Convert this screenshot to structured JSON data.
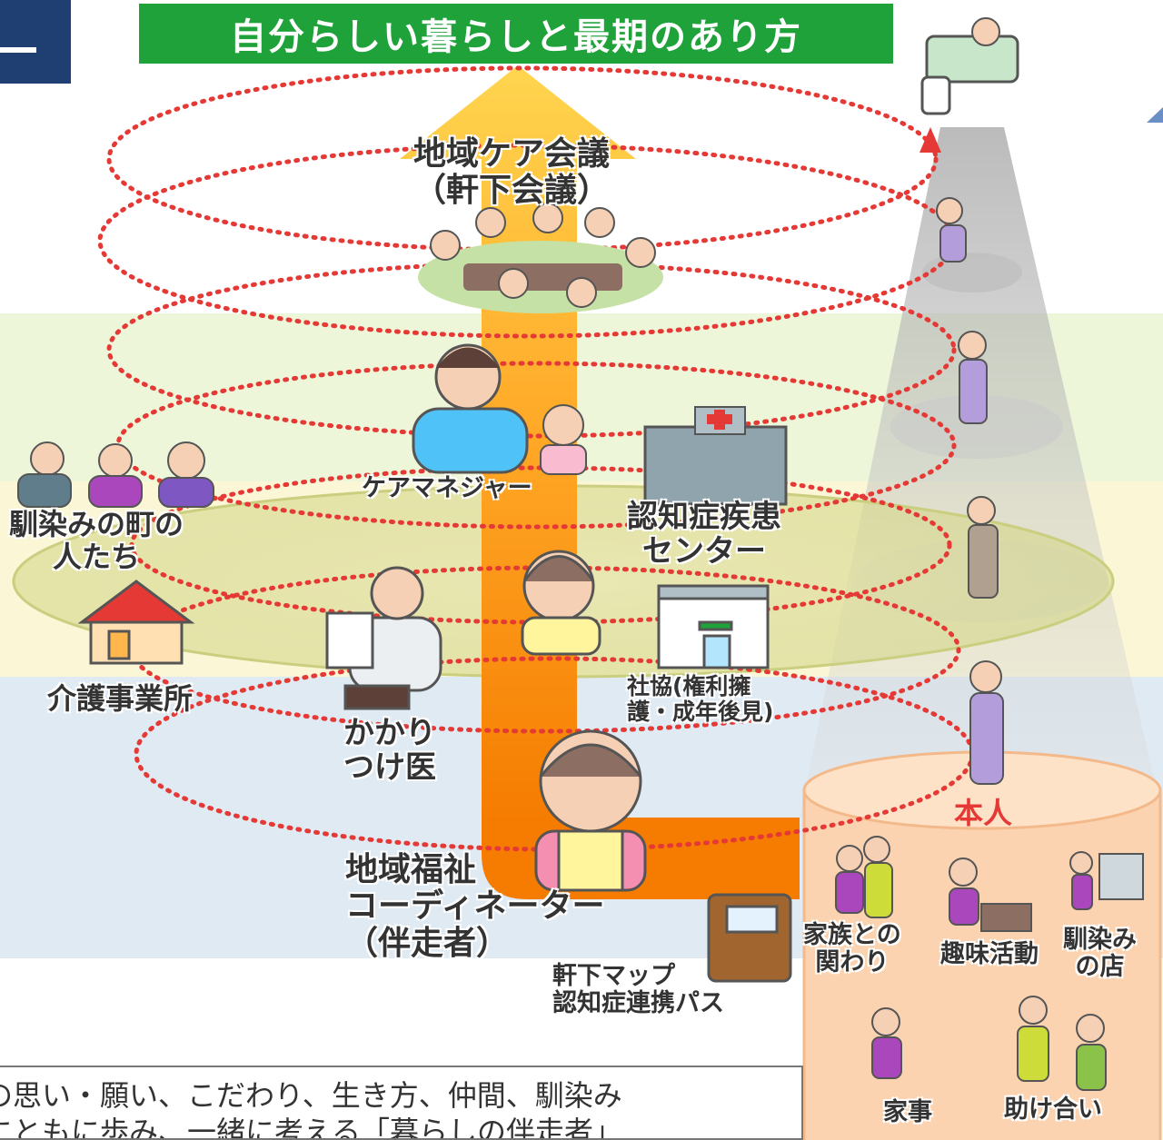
{
  "title": "自分らしい暮らしと最期のあり方",
  "labels": {
    "chiiki_care_kaigi": [
      "地域ケア会議",
      "（軒下会議）"
    ],
    "care_manager": "ケアマネジャー",
    "dementia_center": [
      "認知症疾患",
      "センター"
    ],
    "neighbors": [
      "馴染みの町の",
      "人たち"
    ],
    "care_office": "介護事業所",
    "doctor": [
      "かかり",
      "つけ医"
    ],
    "shakyo": [
      "社協(権利擁",
      "護・成年後見)"
    ],
    "coordinator": [
      "地域福祉",
      "コーディネーター",
      "（伴走者）"
    ],
    "map_path": [
      "軒下マップ",
      "認知症連携パス"
    ],
    "honin": "本人",
    "family": [
      "家族との",
      "関わり"
    ],
    "hobby": "趣味活動",
    "shop": [
      "馴染み",
      "の店"
    ],
    "housework": "家事",
    "mutual_help": "助け合い"
  },
  "bottom_text": [
    "の思い・願い、こだわり、生き方、仲間、馴染み",
    "にともに歩み、一緒に考える「暮らしの伴走者」"
  ],
  "colors": {
    "title_bg": "#1fa23a",
    "arrow_top": "#ffd54f",
    "arrow_bottom": "#f57c00",
    "dotted_line": "#e53935",
    "honin_text": "#e53935",
    "cylinder": "#fbd3b0"
  },
  "icons": [
    "hospital-bed-icon",
    "elderly-person-icon",
    "meeting-group-icon",
    "care-manager-person-icon",
    "hospital-building-icon",
    "house-icon",
    "doctor-icon",
    "clinic-building-icon",
    "coordinator-woman-icon",
    "notebook-icon"
  ]
}
